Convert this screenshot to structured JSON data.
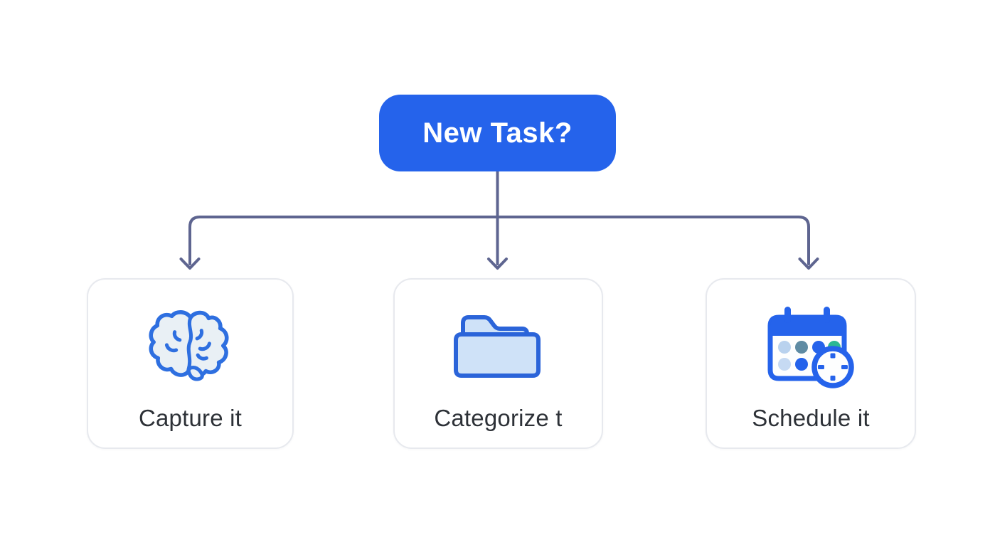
{
  "diagram": {
    "root_node": {
      "label": "New Task?"
    },
    "cards": [
      {
        "label": "Capture it",
        "icon": "brain-icon"
      },
      {
        "label": "Categorize t",
        "icon": "folder-icon"
      },
      {
        "label": "Schedule it",
        "icon": "calendar-clock-icon"
      }
    ]
  },
  "colors": {
    "background": "#ffffff",
    "primary_blue": "#2563eb",
    "connector": "#5e6590",
    "card_border": "#e7e9ee",
    "card_background": "#ffffff",
    "label_text": "#2d3137",
    "box_text": "#ffffff",
    "icon_stroke": "#2e6fe0",
    "icon_fill_light": "#cfe2f8",
    "icon_fill_pale": "#e9f0f5",
    "accent_teal": "#2bb893",
    "dot_light_blue": "#b9d2ee",
    "dot_slate_teal": "#5e8ba3",
    "dot_pale_blue": "#c6daf3"
  }
}
